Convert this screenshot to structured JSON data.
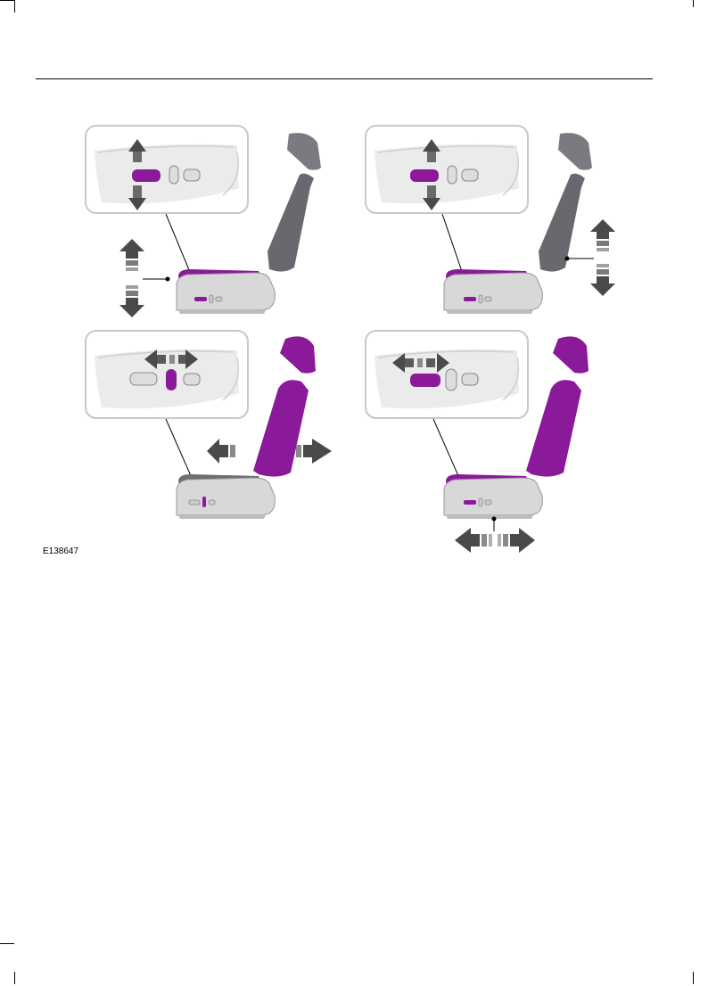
{
  "figure": {
    "id": "E138647",
    "panels": [
      {
        "name": "seat-height-adjust",
        "highlight": "cushion",
        "direction": "vertical"
      },
      {
        "name": "lumbar-adjust",
        "highlight": "cushion",
        "direction": "vertical"
      },
      {
        "name": "backrest-recline",
        "highlight": "backrest",
        "direction": "horizontal"
      },
      {
        "name": "seat-fore-aft",
        "highlight": "whole-seat",
        "direction": "horizontal"
      }
    ],
    "colors": {
      "highlight": "#8a1a9a",
      "seat_gray": "#6d6d72",
      "arrow_gray": "#4a4a4a",
      "panel_border": "#c8c8c8",
      "panel_bg": "#eeeeee"
    }
  }
}
